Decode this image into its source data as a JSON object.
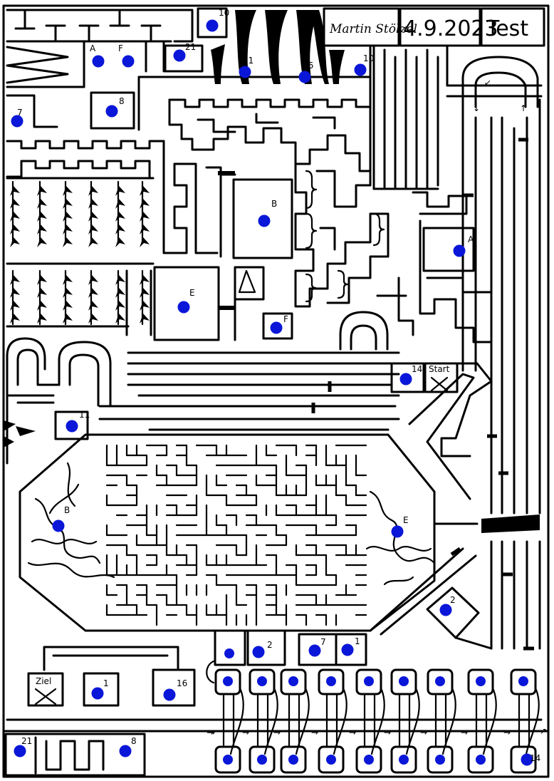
{
  "header": {
    "author": "Martin Stölzel",
    "date": "4.9.2023",
    "title": "Test"
  },
  "markers": {
    "start": "Start",
    "goal": "Ziel"
  },
  "portals": [
    {
      "id": "p1",
      "label": "10"
    },
    {
      "id": "p2",
      "label": "A"
    },
    {
      "id": "p3",
      "label": "F"
    },
    {
      "id": "p4",
      "label": "21"
    },
    {
      "id": "p5",
      "label": "11"
    },
    {
      "id": "p6",
      "label": "16"
    },
    {
      "id": "p7",
      "label": "10"
    },
    {
      "id": "p8",
      "label": "7"
    },
    {
      "id": "p9",
      "label": "8"
    },
    {
      "id": "p10",
      "label": "B"
    },
    {
      "id": "p11",
      "label": "A"
    },
    {
      "id": "p12",
      "label": "E"
    },
    {
      "id": "p13",
      "label": "F"
    },
    {
      "id": "p14",
      "label": "14"
    },
    {
      "id": "p15",
      "label": "11"
    },
    {
      "id": "p16",
      "label": "B"
    },
    {
      "id": "p17",
      "label": "E"
    },
    {
      "id": "p18",
      "label": "2"
    },
    {
      "id": "p19",
      "label": "2"
    },
    {
      "id": "p20",
      "label": "7"
    },
    {
      "id": "p21",
      "label": "1"
    },
    {
      "id": "p22",
      "label": "1"
    },
    {
      "id": "p23",
      "label": "16"
    },
    {
      "id": "p24",
      "label": "21"
    },
    {
      "id": "p25",
      "label": "8"
    },
    {
      "id": "p26",
      "label": "14"
    }
  ],
  "colors": {
    "ink": "#000000",
    "dot": "#0a17d8",
    "paper": "#ffffff"
  }
}
